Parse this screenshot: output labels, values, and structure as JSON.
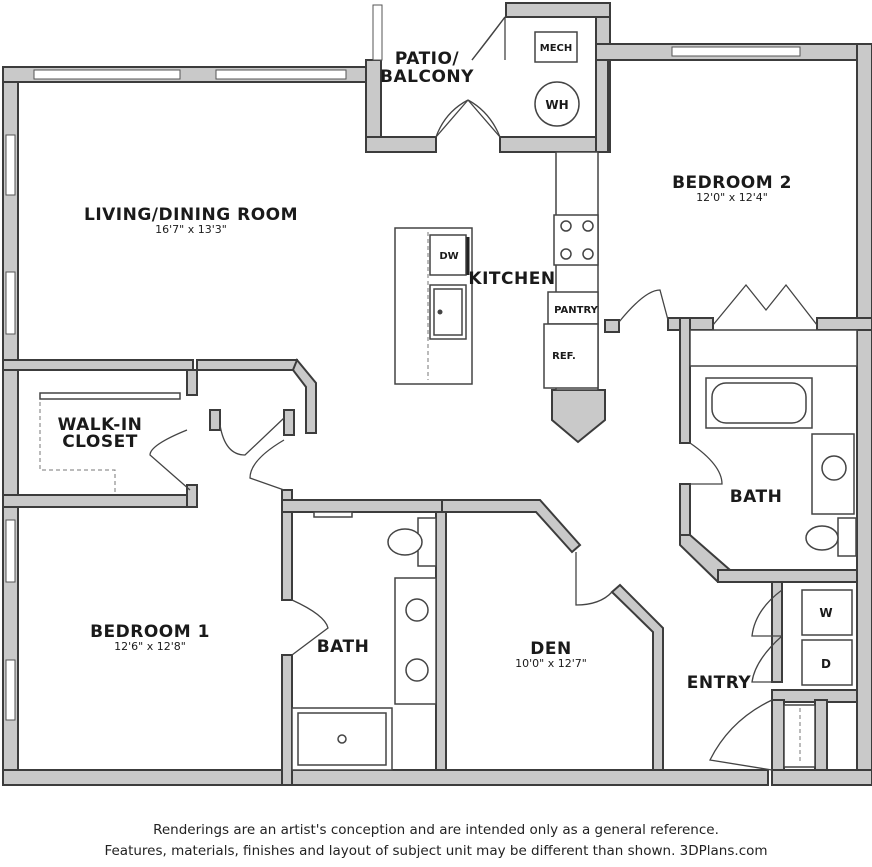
{
  "rooms": {
    "patio": {
      "line1": "PATIO/",
      "line2": "BALCONY"
    },
    "mech": "MECH",
    "wh": "WH",
    "living": {
      "name": "LIVING/DINING ROOM",
      "dims": "16'7\" x 13'3\""
    },
    "kitchen": "KITCHEN",
    "dw": "DW",
    "pantry": "PANTRY",
    "ref": "REF.",
    "bedroom2": {
      "name": "BEDROOM 2",
      "dims": "12'0\" x 12'4\""
    },
    "bath_right": "BATH",
    "closet": {
      "line1": "WALK-IN",
      "line2": "CLOSET"
    },
    "bedroom1": {
      "name": "BEDROOM 1",
      "dims": "12'6\" x 12'8\""
    },
    "bath_left": "BATH",
    "den": {
      "name": "DEN",
      "dims": "10'0\" x 12'7\""
    },
    "entry": "ENTRY",
    "washer": "W",
    "dryer": "D"
  },
  "disclaimer": {
    "line1": "Renderings are an artist's conception and are intended only as a general reference.",
    "line2": "Features, materials, finishes and layout of subject unit may be different than shown. 3DPlans.com"
  }
}
